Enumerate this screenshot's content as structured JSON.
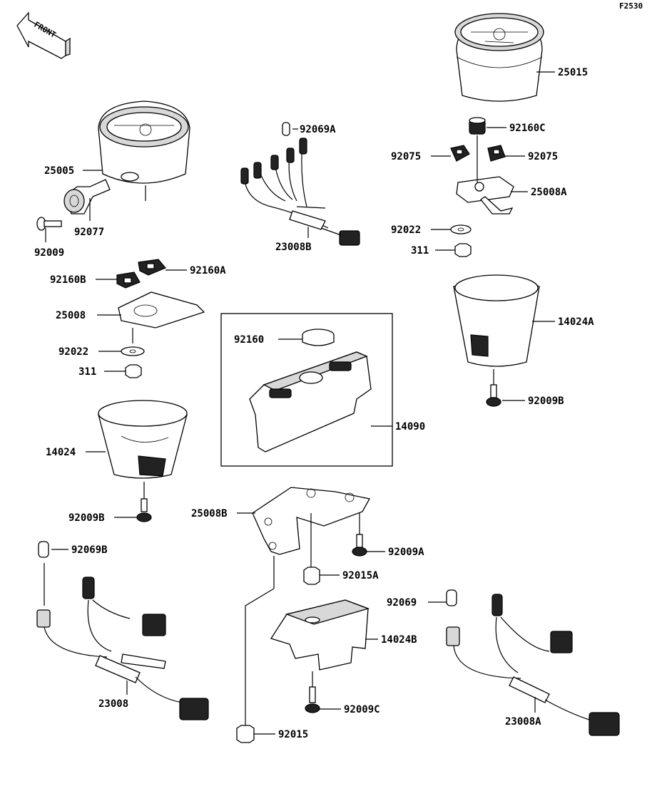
{
  "figure_code": "F2530",
  "front_label": "FRONT",
  "parts": [
    {
      "id": "p-25015",
      "label": "25015"
    },
    {
      "id": "p-92160C",
      "label": "92160C"
    },
    {
      "id": "p-92075-l",
      "label": "92075"
    },
    {
      "id": "p-92075-r",
      "label": "92075"
    },
    {
      "id": "p-25008A",
      "label": "25008A"
    },
    {
      "id": "p-92022-r",
      "label": "92022"
    },
    {
      "id": "p-311-r",
      "label": "311"
    },
    {
      "id": "p-14024A",
      "label": "14024A"
    },
    {
      "id": "p-92009B-r",
      "label": "92009B"
    },
    {
      "id": "p-25005",
      "label": "25005"
    },
    {
      "id": "p-92077",
      "label": "92077"
    },
    {
      "id": "p-92009",
      "label": "92009"
    },
    {
      "id": "p-92069A",
      "label": "92069A"
    },
    {
      "id": "p-23008B",
      "label": "23008B"
    },
    {
      "id": "p-92160A",
      "label": "92160A"
    },
    {
      "id": "p-92160B",
      "label": "92160B"
    },
    {
      "id": "p-25008",
      "label": "25008"
    },
    {
      "id": "p-92022-l",
      "label": "92022"
    },
    {
      "id": "p-311-l",
      "label": "311"
    },
    {
      "id": "p-92160",
      "label": "92160"
    },
    {
      "id": "p-14090",
      "label": "14090"
    },
    {
      "id": "p-14024",
      "label": "14024"
    },
    {
      "id": "p-92009B-l",
      "label": "92009B"
    },
    {
      "id": "p-25008B",
      "label": "25008B"
    },
    {
      "id": "p-92009A",
      "label": "92009A"
    },
    {
      "id": "p-92015A",
      "label": "92015A"
    },
    {
      "id": "p-92069B",
      "label": "92069B"
    },
    {
      "id": "p-92069",
      "label": "92069"
    },
    {
      "id": "p-14024B",
      "label": "14024B"
    },
    {
      "id": "p-23008",
      "label": "23008"
    },
    {
      "id": "p-92009C",
      "label": "92009C"
    },
    {
      "id": "p-23008A",
      "label": "23008A"
    },
    {
      "id": "p-92015",
      "label": "92015"
    }
  ]
}
